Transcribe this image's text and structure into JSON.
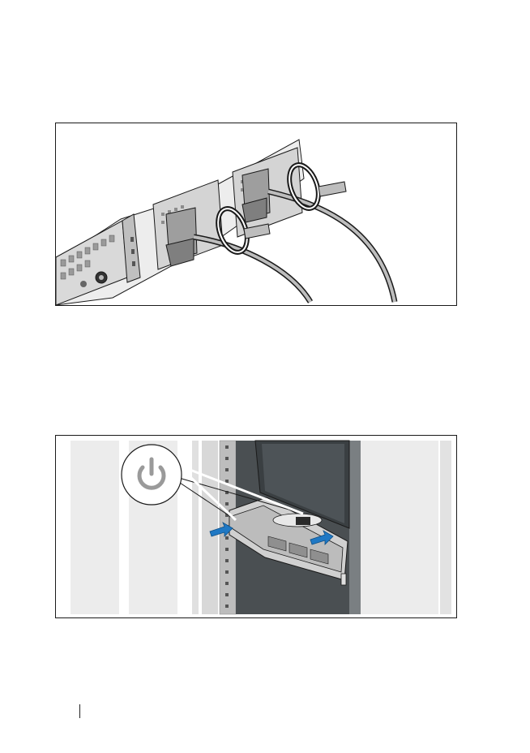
{
  "page": {
    "figures": [
      {
        "id": "power-cable-connection",
        "icon": "power-cable-illustration"
      },
      {
        "id": "power-on-system",
        "icon": "power-button-illustration"
      }
    ],
    "colors": {
      "line": "#1a1a1a",
      "metal_light": "#e6e6e6",
      "metal_mid": "#c9c9c9",
      "metal_dark": "#8a8a8a",
      "rack_dark": "#3f4446",
      "arrow_blue": "#1f78c4"
    }
  }
}
